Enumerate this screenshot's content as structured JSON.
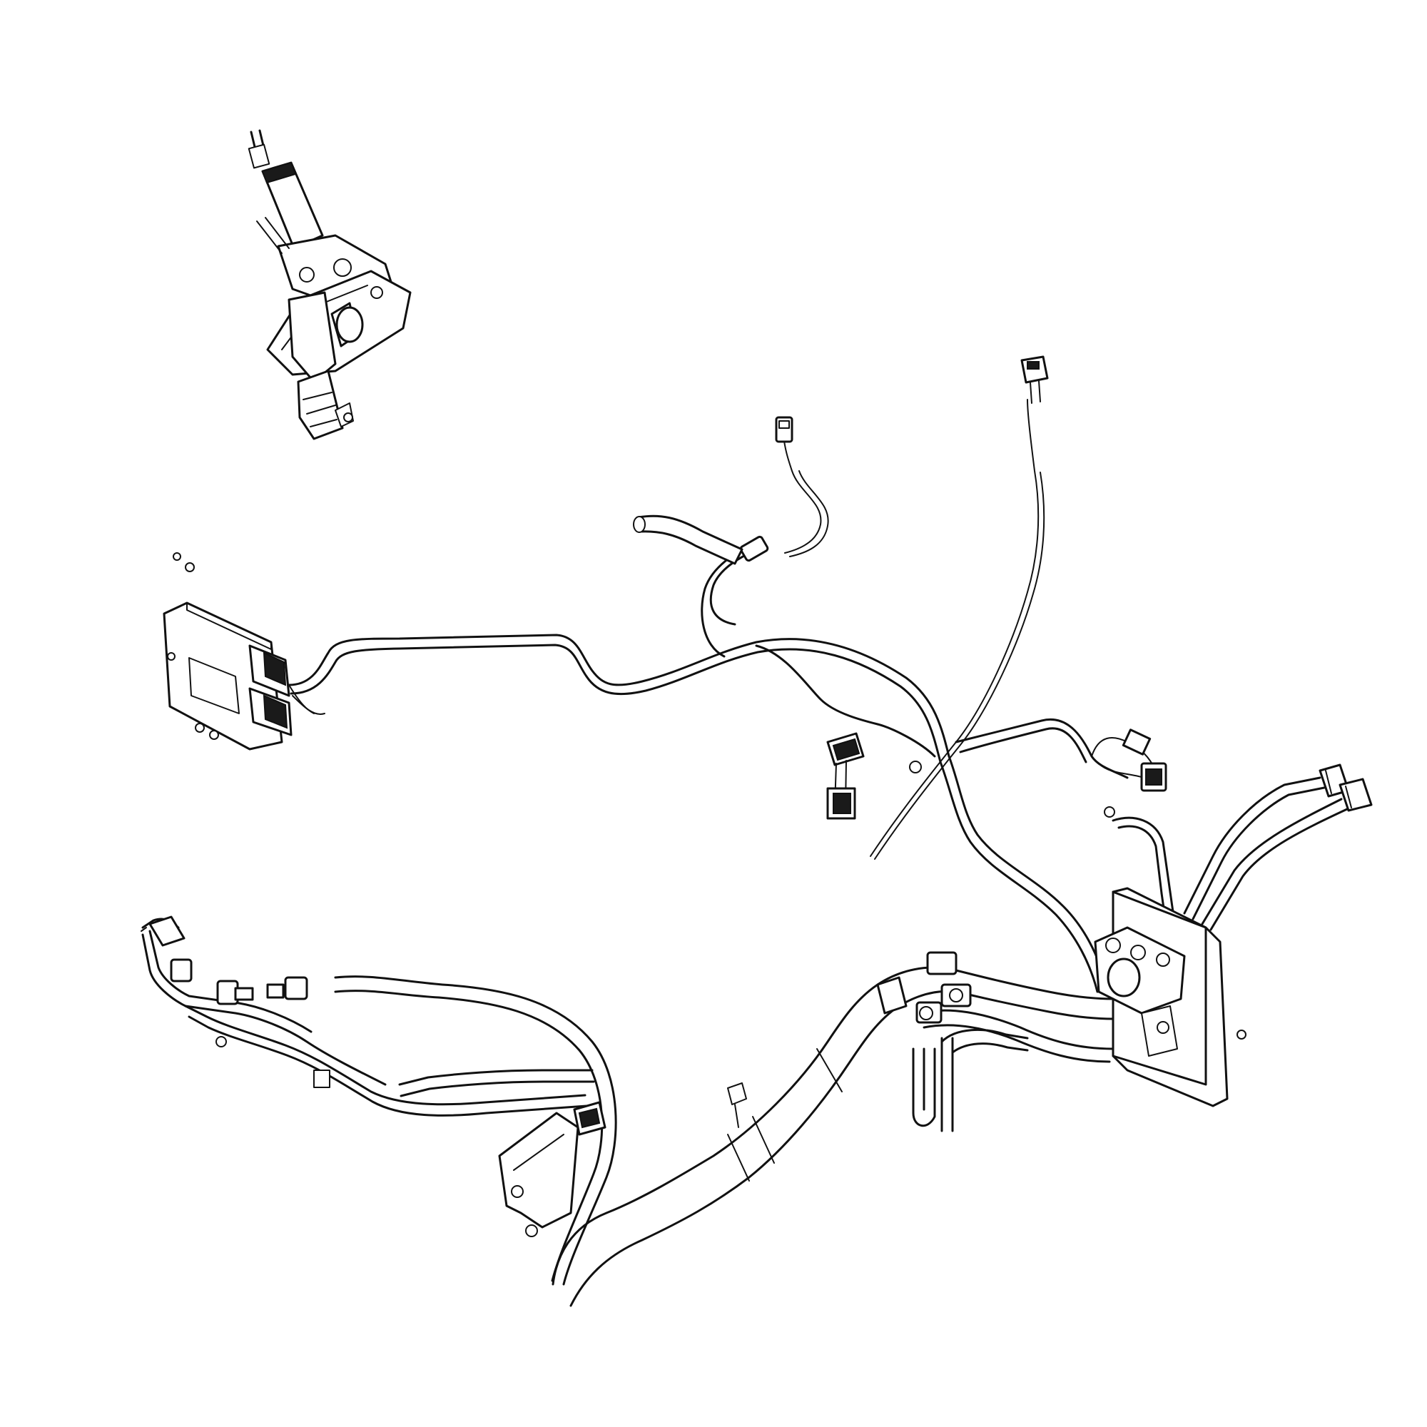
{
  "diagram": {
    "type": "technical-line-drawing",
    "background_color": "#ffffff",
    "line_color": "#111111",
    "components": [
      {
        "id": "steering-column",
        "icon": "steering-column-icon"
      },
      {
        "id": "control-module",
        "icon": "module-box-icon"
      },
      {
        "id": "wiring-harness",
        "icon": "wire-harness-icon"
      },
      {
        "id": "hydraulic-lines",
        "icon": "hose-icon"
      },
      {
        "id": "valve-block",
        "icon": "valve-block-icon"
      },
      {
        "id": "mounting-bracket",
        "icon": "bracket-icon"
      }
    ]
  }
}
